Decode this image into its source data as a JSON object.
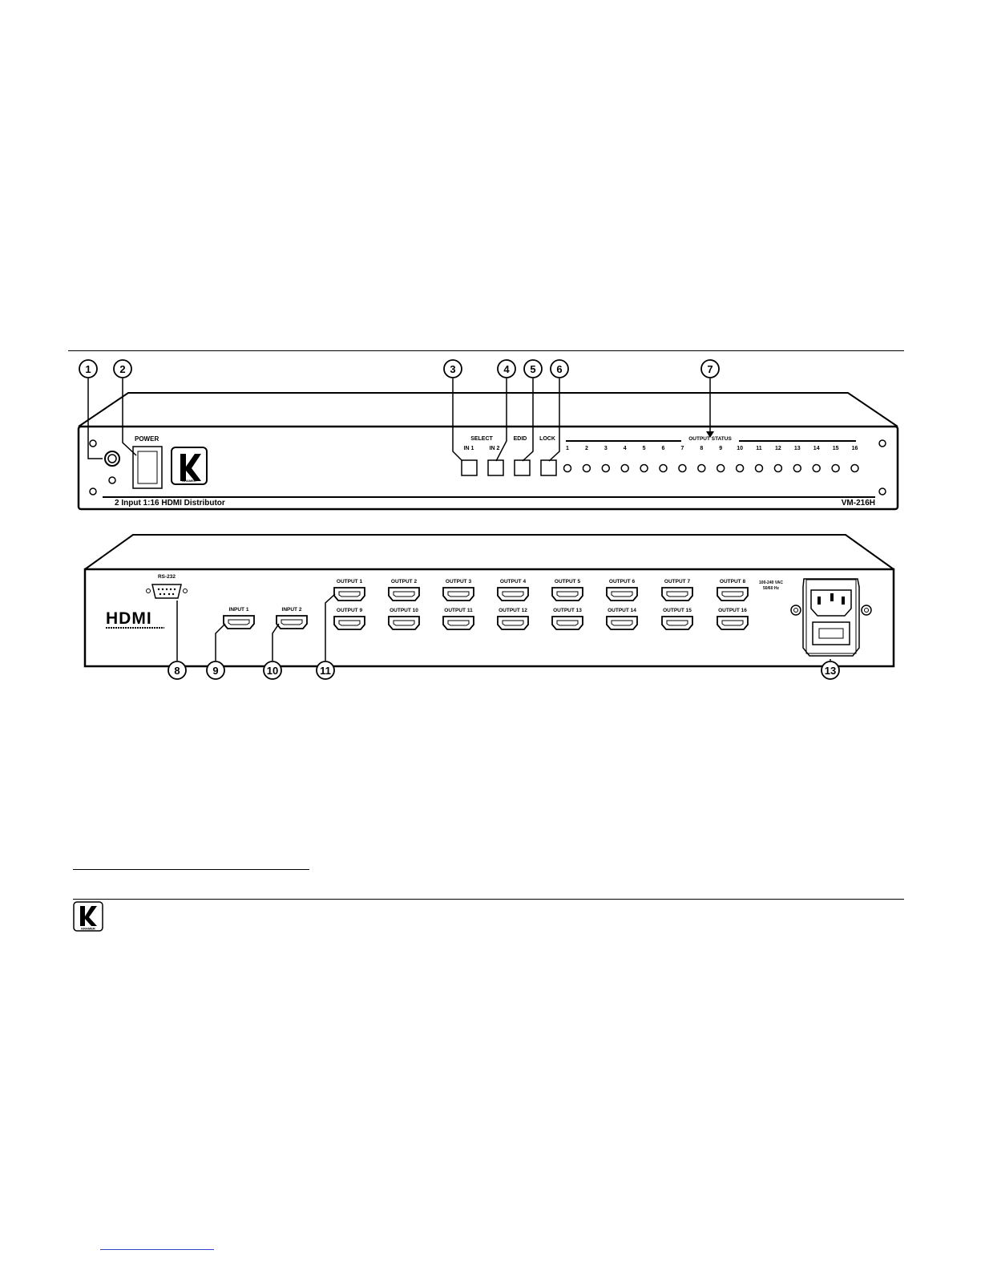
{
  "front_panel": {
    "power_label": "POWER",
    "select_label": "SELECT",
    "in1_label": "IN 1",
    "in2_label": "IN 2",
    "edid_label": "EDID",
    "lock_label": "LOCK",
    "output_status_label": "OUTPUT STATUS",
    "led_numbers": [
      "1",
      "2",
      "3",
      "4",
      "5",
      "6",
      "7",
      "8",
      "9",
      "10",
      "11",
      "12",
      "13",
      "14",
      "15",
      "16"
    ],
    "model_description": "2 Input 1:16 HDMI Distributor",
    "model_name": "VM-216H",
    "logo_text": "KRAMER"
  },
  "rear_panel": {
    "rs232_label": "RS-232",
    "hdmi_logo": "HDMI",
    "input_labels": [
      "INPUT 1",
      "INPUT 2"
    ],
    "output_labels_top": [
      "OUTPUT 1",
      "OUTPUT 2",
      "OUTPUT 3",
      "OUTPUT 4",
      "OUTPUT 5",
      "OUTPUT 6",
      "OUTPUT 7",
      "OUTPUT 8"
    ],
    "output_labels_bottom": [
      "OUTPUT 9",
      "OUTPUT 10",
      "OUTPUT 11",
      "OUTPUT 12",
      "OUTPUT 13",
      "OUTPUT 14",
      "OUTPUT 15",
      "OUTPUT 16"
    ],
    "power_rating": [
      "100-240 VAC",
      "50/60 Hz"
    ]
  },
  "callouts_front": [
    "1",
    "2",
    "3",
    "4",
    "5",
    "6",
    "7"
  ],
  "callouts_rear": [
    "8",
    "9",
    "10",
    "11",
    "13"
  ],
  "footer": {
    "logo_text": "KRAMER"
  }
}
